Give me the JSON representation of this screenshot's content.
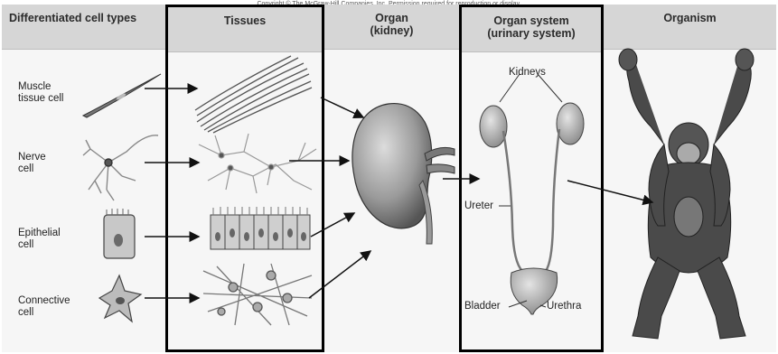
{
  "copyright": "Copyright © The McGraw-Hill Companies, Inc. Permission required for reproduction or display.",
  "panels": {
    "cell_types": {
      "title": "Differentiated cell types"
    },
    "tissues": {
      "title": "Tissues"
    },
    "organ": {
      "title": "Organ\n(kidney)"
    },
    "organ_system": {
      "title": "Organ system\n(urinary system)"
    },
    "organism": {
      "title": "Organism"
    }
  },
  "cells": [
    {
      "label": "Muscle\ntissue cell"
    },
    {
      "label": "Nerve\ncell"
    },
    {
      "label": "Epithelial\ncell"
    },
    {
      "label": "Connective\ncell"
    }
  ],
  "urinary_labels": {
    "kidneys": "Kidneys",
    "ureter": "Ureter",
    "bladder": "Bladder",
    "urethra": "Urethra"
  }
}
